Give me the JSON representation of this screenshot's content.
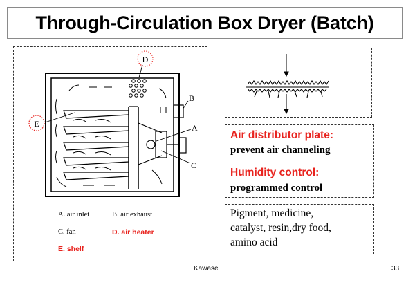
{
  "title": "Through-Circulation Box Dryer (Batch)",
  "diagram": {
    "callouts": {
      "a": "A",
      "b": "B",
      "c": "C",
      "d": "D",
      "e": "E"
    },
    "legend": {
      "a": "A. air inlet",
      "b": "B. air exhaust",
      "c": "C. fan",
      "d": "D. air heater",
      "e": "E. shelf"
    },
    "highlight_color": "#e8231e"
  },
  "info": {
    "heading1": "Air distributor plate:",
    "text1": "prevent air channeling",
    "heading2": "Humidity control:",
    "text2": "programmed control"
  },
  "uses": {
    "line1": "Pigment, medicine,",
    "line2": "catalyst, resin,dry food,",
    "line3": "amino acid"
  },
  "footer": {
    "author": "Kawase",
    "page": "33"
  }
}
